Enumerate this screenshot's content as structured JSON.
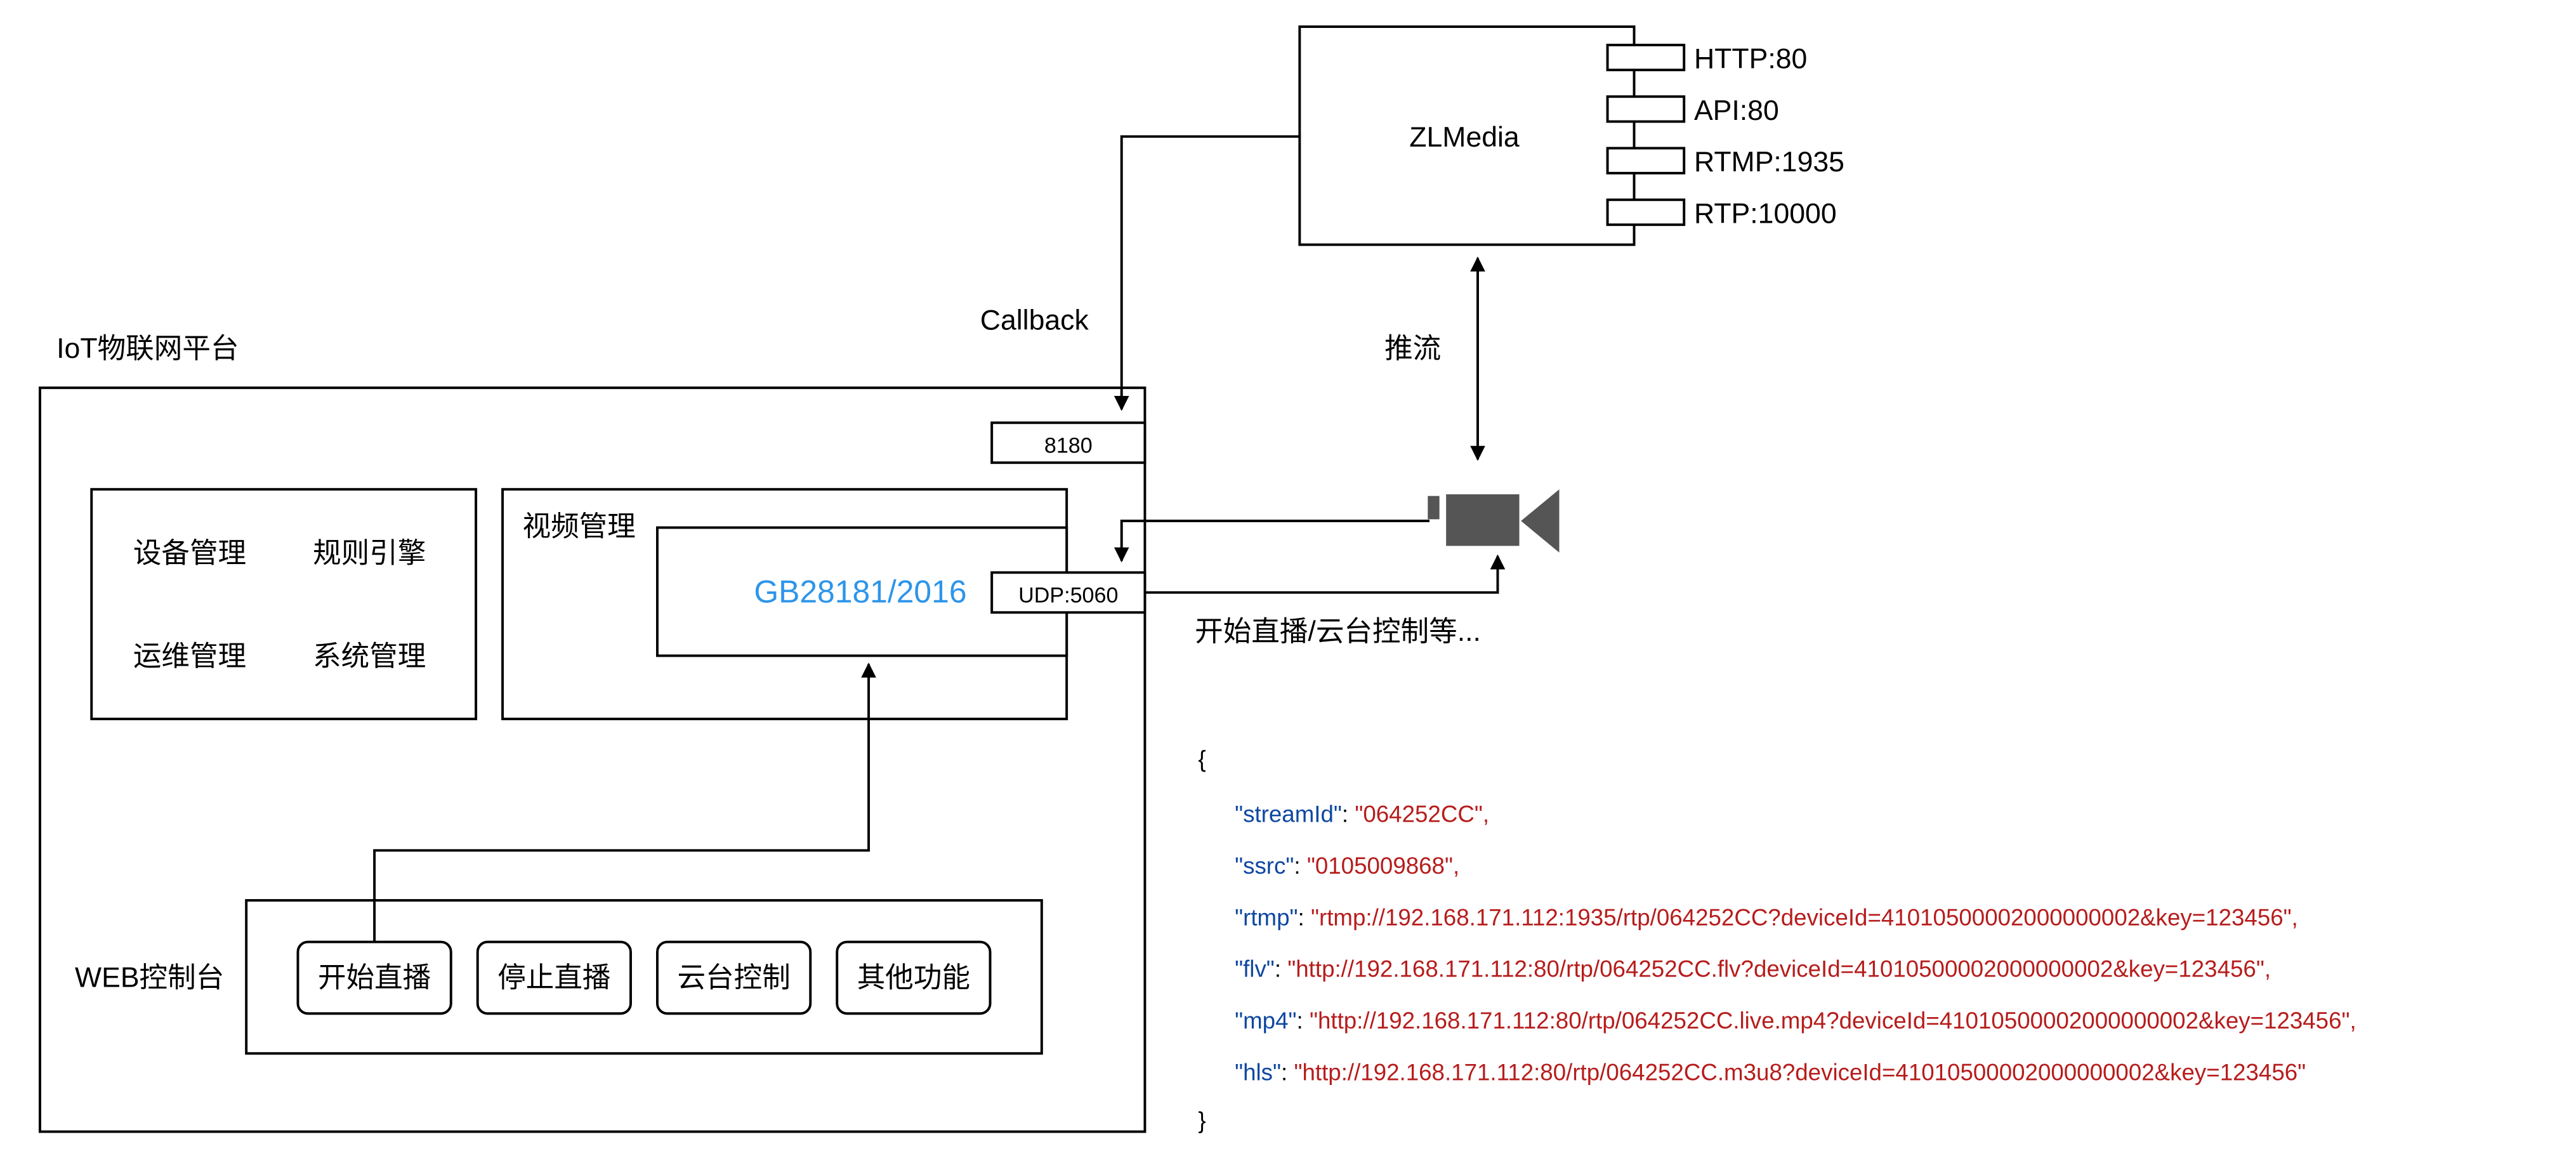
{
  "zlmedia": {
    "title": "ZLMedia",
    "ports": [
      "HTTP:80",
      "API:80",
      "RTMP:1935",
      "RTP:10000"
    ]
  },
  "labels": {
    "callback": "Callback",
    "push_stream": "推流",
    "start_live_ptz": "开始直播/云台控制等..."
  },
  "iot_platform": {
    "title": "IoT物联网平台",
    "port_8180": "8180",
    "port_udp": "UDP:5060",
    "modules": [
      "设备管理",
      "规则引擎",
      "运维管理",
      "系统管理"
    ],
    "video_management": {
      "title": "视频管理",
      "protocol": "GB28181/2016"
    },
    "web_console": {
      "title": "WEB控制台",
      "buttons": [
        "开始直播",
        "停止直播",
        "云台控制",
        "其他功能"
      ]
    }
  },
  "colors": {
    "line": "#000000",
    "protocol_blue": "#2d95ea",
    "json_key": "#0d47a1",
    "json_value": "#b71c1c",
    "camera": "#555555"
  },
  "json_sample": {
    "open": "{",
    "close": "}",
    "entries": [
      {
        "key": "\"streamId\"",
        "value": "\"064252CC\","
      },
      {
        "key": "\"ssrc\"",
        "value": "\"0105009868\","
      },
      {
        "key": "\"rtmp\"",
        "value": "\"rtmp://192.168.171.112:1935/rtp/064252CC?deviceId=41010500002000000002&key=123456\","
      },
      {
        "key": "\"flv\"",
        "value": "\"http://192.168.171.112:80/rtp/064252CC.flv?deviceId=41010500002000000002&key=123456\","
      },
      {
        "key": "\"mp4\"",
        "value": "\"http://192.168.171.112:80/rtp/064252CC.live.mp4?deviceId=41010500002000000002&key=123456\","
      },
      {
        "key": "\"hls\"",
        "value": "\"http://192.168.171.112:80/rtp/064252CC.m3u8?deviceId=41010500002000000002&key=123456\""
      }
    ]
  }
}
